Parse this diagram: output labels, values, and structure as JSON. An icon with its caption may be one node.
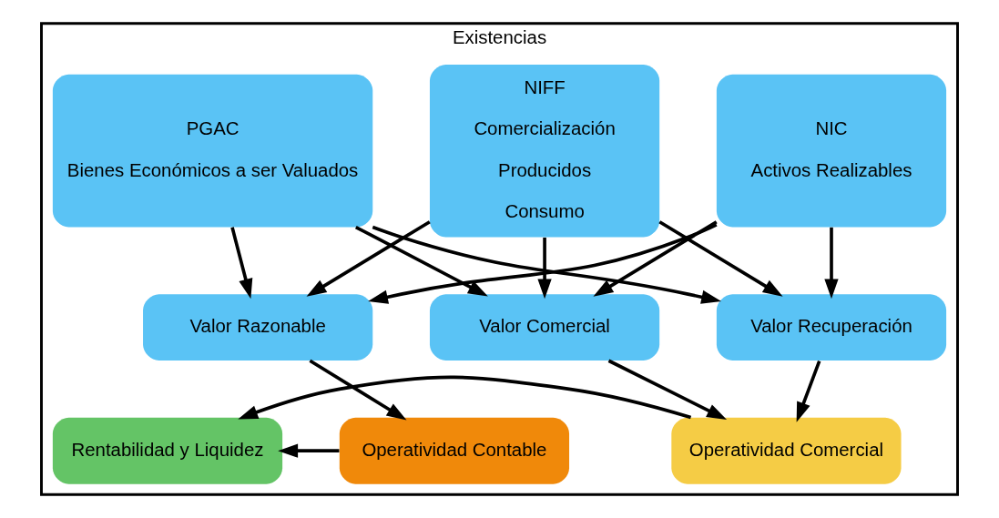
{
  "diagram": {
    "nodes": [
      {
        "text": [
          "Existencias"
        ]
      },
      {
        "text": [
          "PGAC",
          "Bienes Económicos a ser Valuados"
        ],
        "in": 0
      },
      {
        "text": [
          "NIC",
          "Activos Realizables"
        ],
        "in": 0
      },
      {
        "text": [
          "NIFF",
          "Comercialización",
          "Producidos",
          "Consumo"
        ],
        "in": 0
      },
      {
        "text": [
          "Valor Razonable"
        ],
        "in": 0
      },
      {
        "text": [
          "Valor Comercial"
        ],
        "in": 0
      },
      {
        "text": [
          "Valor Recuperación"
        ],
        "in": 0
      },
      {
        "text": [
          "Operatividad Contable"
        ],
        "in": 0
      },
      {
        "text": [
          "Rentabilidad y Liquidez"
        ],
        "in": 0
      },
      {
        "text": [
          "Operatividad Comercial"
        ],
        "in": 0
      }
    ],
    "edges": [
      {
        "from": 1,
        "to": 4,
        "arrow": "to"
      },
      {
        "from": 1,
        "to": 5,
        "arrow": "to"
      },
      {
        "from": 1,
        "to": 6,
        "arrow": "to"
      },
      {
        "from": 2,
        "to": 4,
        "arrow": "to"
      },
      {
        "from": 2,
        "to": 5,
        "arrow": "to"
      },
      {
        "from": 2,
        "to": 6,
        "arrow": "to"
      },
      {
        "from": 3,
        "to": 4,
        "arrow": "to"
      },
      {
        "from": 3,
        "to": 5,
        "arrow": "to"
      },
      {
        "from": 3,
        "to": 6,
        "arrow": "to"
      },
      {
        "from": 4,
        "to": 7,
        "arrow": "to"
      },
      {
        "from": 5,
        "to": 9,
        "arrow": "to"
      },
      {
        "from": 6,
        "to": 9,
        "arrow": "to"
      },
      {
        "from": 7,
        "to": 8,
        "arrow": "to"
      },
      {
        "from": 9,
        "to": 8,
        "arrow": "to"
      }
    ]
  }
}
